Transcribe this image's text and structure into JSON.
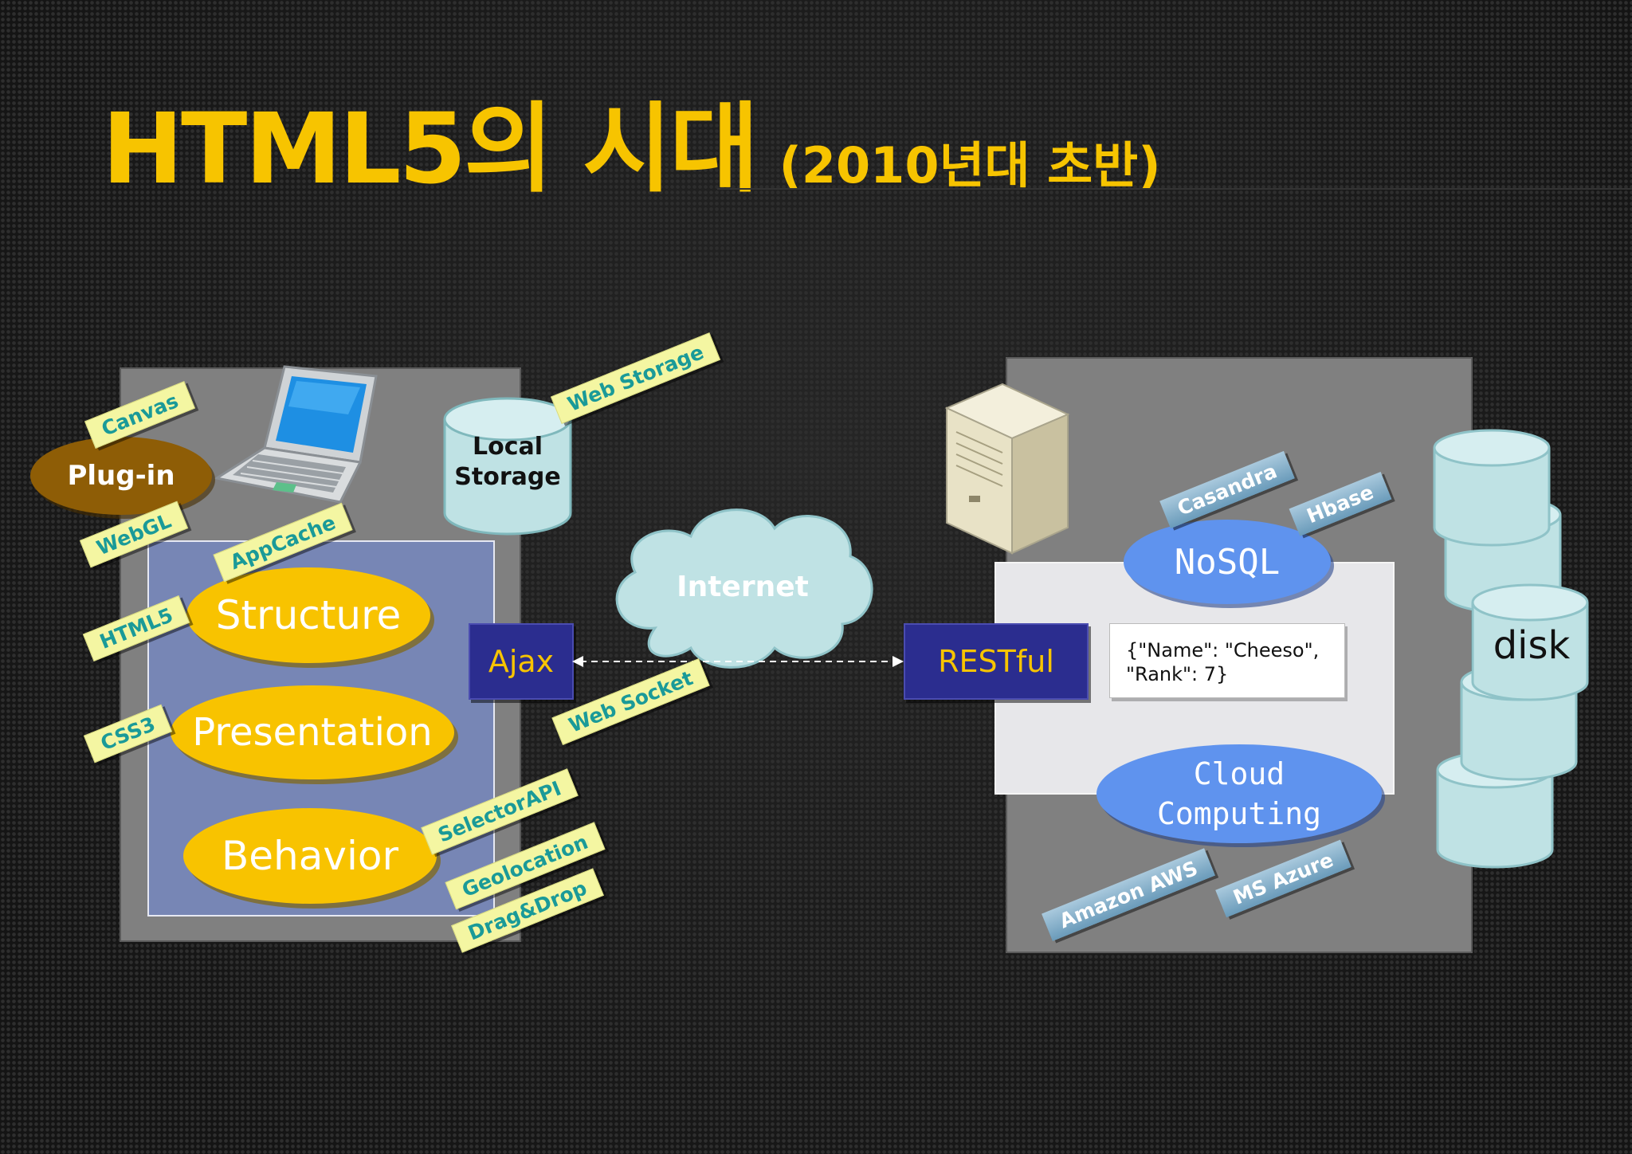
{
  "title": {
    "main": "HTML5의 시대",
    "sub": "(2010년대 초반)"
  },
  "client": {
    "layers": [
      "Structure",
      "Presentation",
      "Behavior"
    ],
    "plugin": "Plug-in",
    "local_storage": [
      "Local",
      "Storage"
    ],
    "tags": {
      "canvas": "Canvas",
      "webgl": "WebGL",
      "appcache": "AppCache",
      "html5": "HTML5",
      "css3": "CSS3",
      "selector_api": "SelectorAPI",
      "geolocation": "Geolocation",
      "drag_drop": "Drag&Drop",
      "web_storage": "Web Storage",
      "web_socket": "Web Socket"
    },
    "ajax": "Ajax"
  },
  "network": {
    "internet": "Internet"
  },
  "server": {
    "restful": "RESTful",
    "json_lines": [
      "{\"Name\": \"Cheeso\",",
      "\"Rank\": 7}"
    ],
    "nosql": "NoSQL",
    "cloud": [
      "Cloud",
      "Computing"
    ],
    "tags": {
      "casandra": "Casandra",
      "hbase": "Hbase",
      "amazon_aws": "Amazon AWS",
      "ms_azure": "MS Azure"
    },
    "disk": "disk"
  },
  "colors": {
    "title": "#f7c400",
    "layer_fill": "#f8c300",
    "tag_fill": "#f4f6a2",
    "tag_text": "#1a9a98",
    "navy_box": "#2b2d8f",
    "nosql_fill": "#5f93ee",
    "cylinder": "#bfe2e4"
  },
  "icons": [
    "laptop-icon",
    "server-tower-icon",
    "cloud-icon",
    "database-cylinder-icon"
  ]
}
